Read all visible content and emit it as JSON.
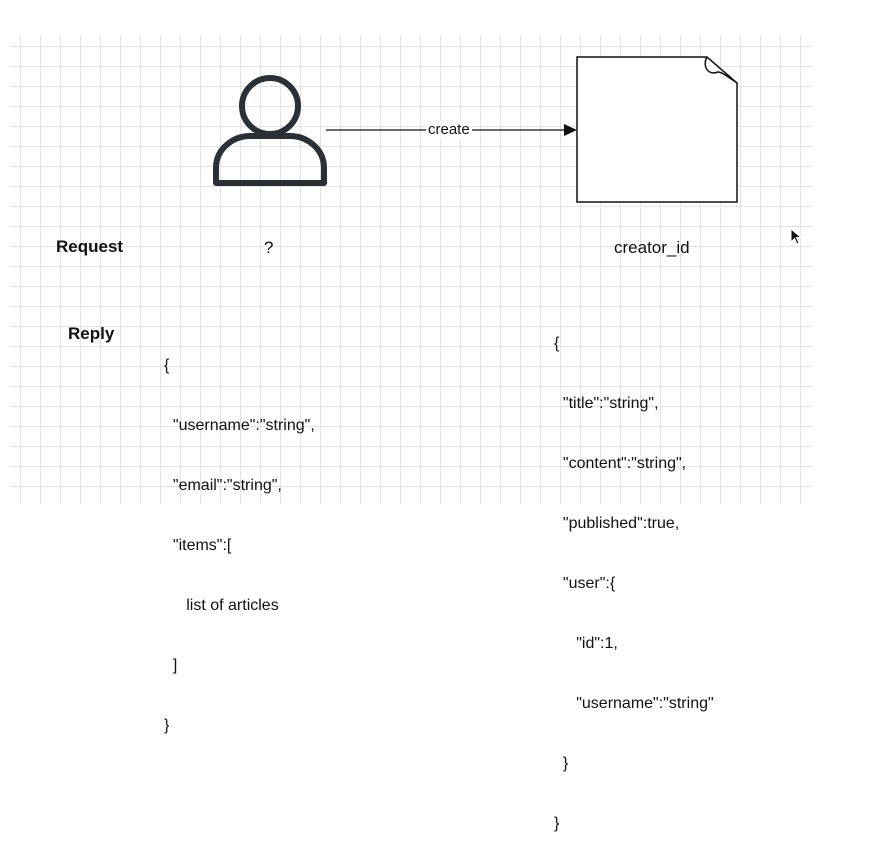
{
  "diagram": {
    "edge_label": "create",
    "request_label": "Request",
    "reply_label": "Reply",
    "user_request": "?",
    "article_request": "creator_id",
    "user_reply_lines": [
      "{",
      "  \"username\":\"string\",",
      "  \"email\":\"string\",",
      "  \"items\":[",
      "     list of articles",
      "  ]",
      "}"
    ],
    "article_reply_lines": [
      "{",
      "  \"title\":\"string\",",
      "  \"content\":\"string\",",
      "  \"published\":true,",
      "  \"user\":{",
      "     \"id\":1,",
      "     \"username\":\"string\"",
      "  }",
      "}"
    ]
  },
  "colors": {
    "stroke": "#2b2f36",
    "grid": "#e3e3e3",
    "text": "#111111"
  },
  "icons": {
    "user": "user-icon",
    "document": "document-icon",
    "cursor": "mouse-cursor-icon"
  }
}
